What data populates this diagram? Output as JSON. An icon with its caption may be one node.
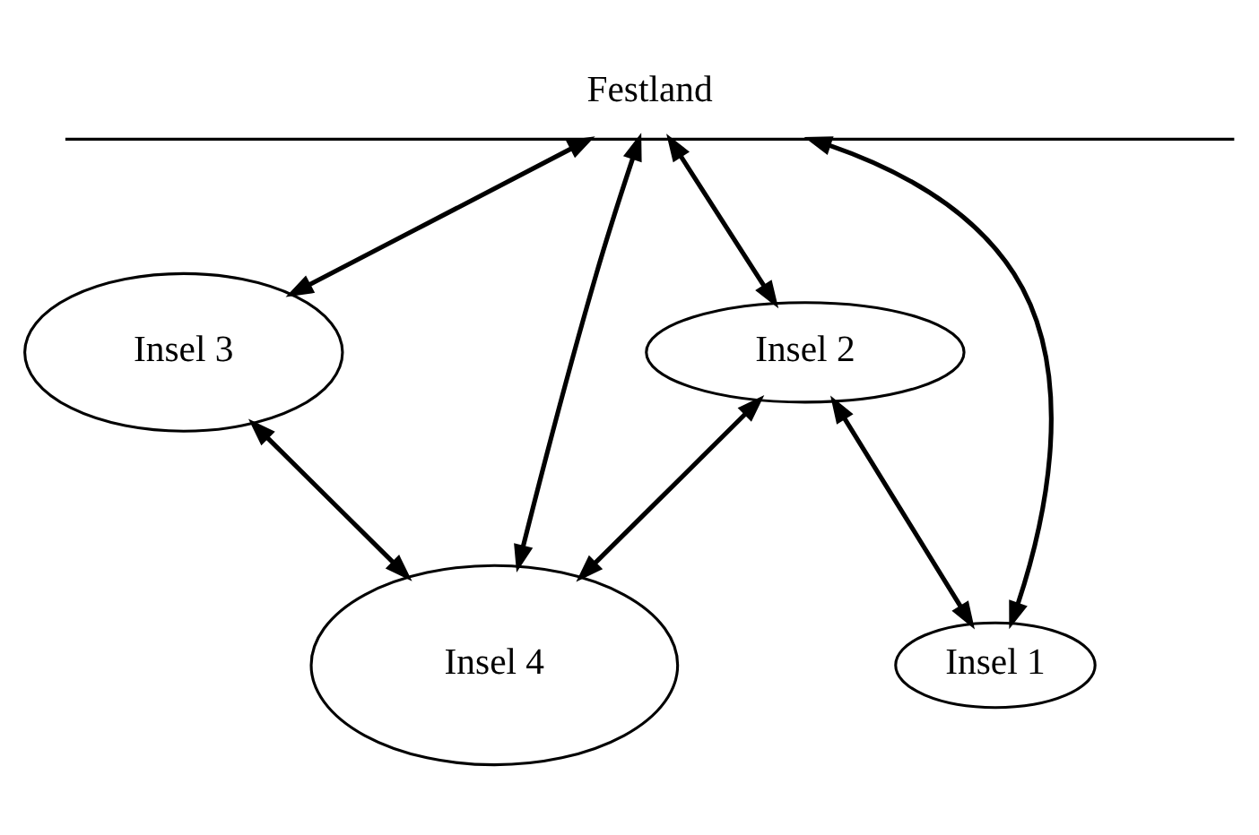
{
  "diagram": {
    "nodes": [
      {
        "text": [
          "Festland"
        ]
      },
      {
        "text": [
          "Insel 2"
        ]
      },
      {
        "text": [
          "Insel 3"
        ]
      },
      {
        "text": [
          "Insel 1"
        ]
      },
      {
        "text": [
          "Insel 4"
        ]
      }
    ],
    "edges": [
      {
        "from": 0,
        "to": 3,
        "arrow": "both"
      },
      {
        "from": 0,
        "to": 1,
        "arrow": "both"
      },
      {
        "from": 0,
        "to": 4,
        "arrow": "both"
      },
      {
        "from": 0,
        "to": 2,
        "arrow": "both"
      },
      {
        "from": 3,
        "to": 1,
        "arrow": "both"
      },
      {
        "from": 1,
        "to": 4,
        "arrow": "both"
      },
      {
        "from": 4,
        "to": 2,
        "arrow": "both"
      }
    ]
  }
}
